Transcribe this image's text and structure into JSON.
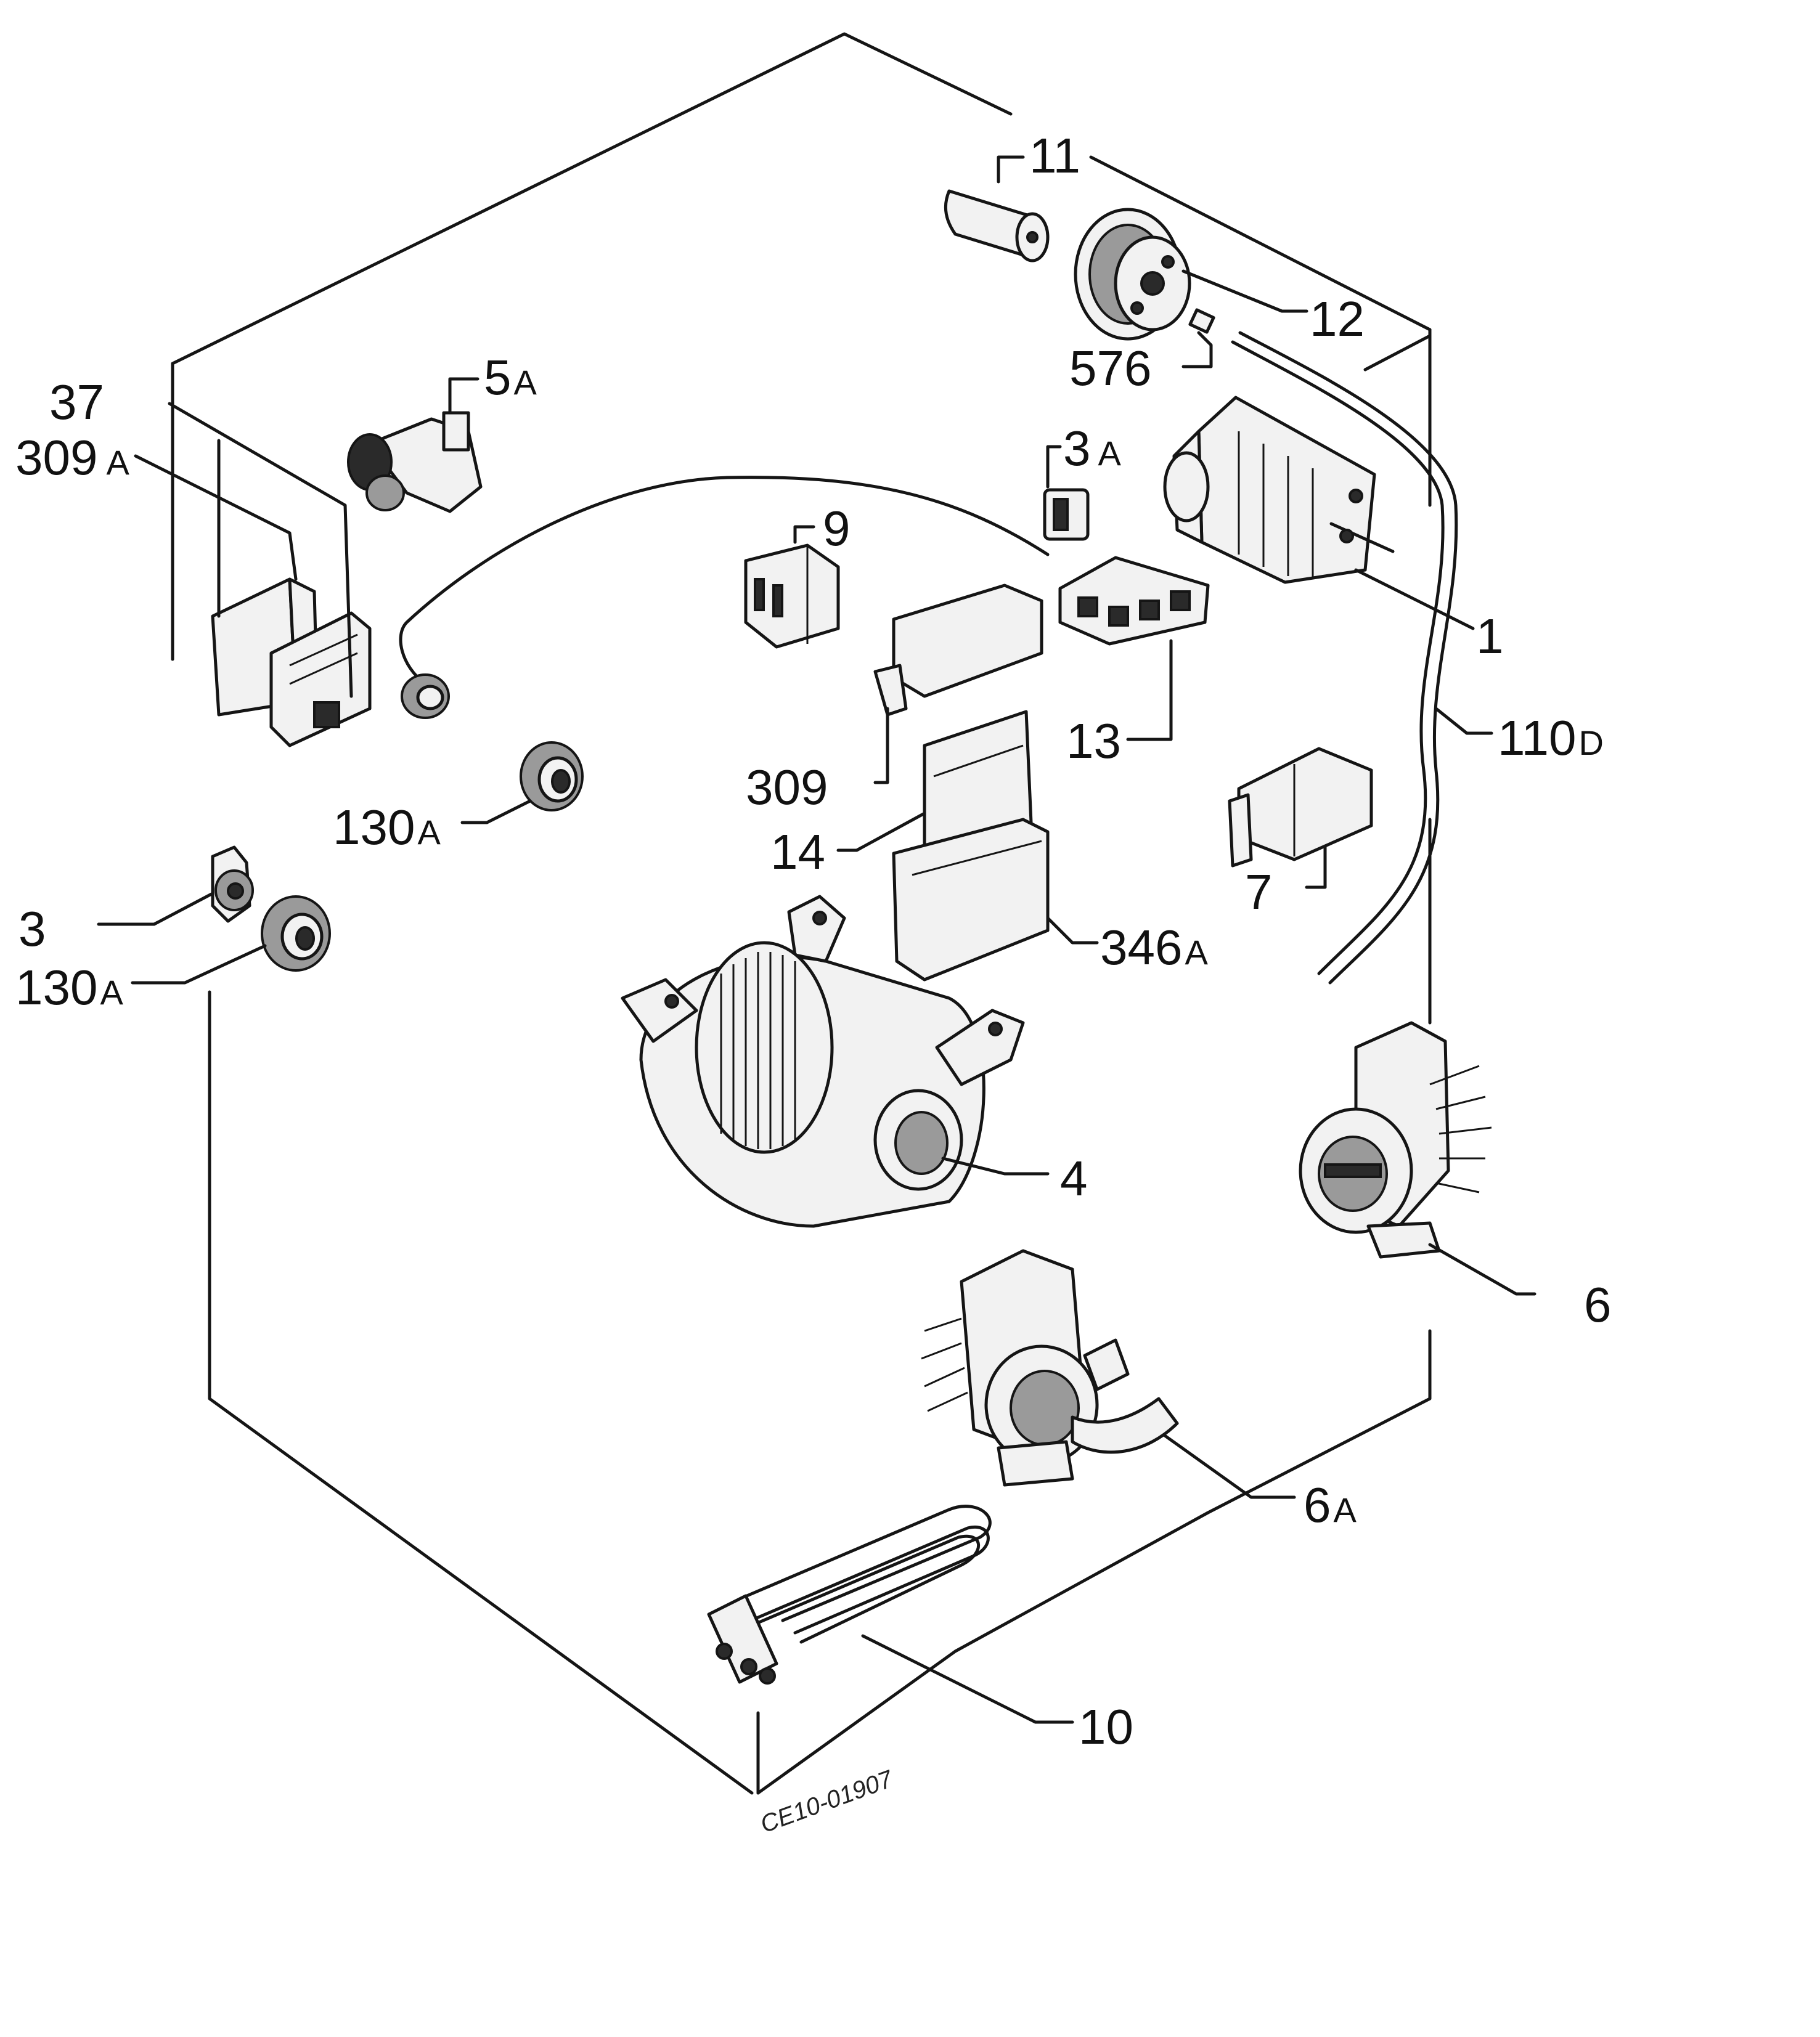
{
  "labels": {
    "p11": "11",
    "p12": "12",
    "p576": "576",
    "p5a_num": "5",
    "p5a_suf": "A",
    "p37": "37",
    "p309a_num": "309",
    "p309a_suf": "A",
    "p3a_num": "3",
    "p3a_suf": "A",
    "p9": "9",
    "p1": "1",
    "p110d_num": "110",
    "p110d_suf": "D",
    "p13": "13",
    "p309": "309",
    "p14": "14",
    "p130a_1_num": "130",
    "p130a_1_suf": "A",
    "p7": "7",
    "p346a_num": "346",
    "p346a_suf": "A",
    "p3": "3",
    "p130a_2_num": "130",
    "p130a_2_suf": "A",
    "p4": "4",
    "p6": "6",
    "p6a_num": "6",
    "p6a_suf": "A",
    "p10": "10"
  },
  "drawing_code": "CE10-01907",
  "line_color": "#151515",
  "background": "#ffffff"
}
